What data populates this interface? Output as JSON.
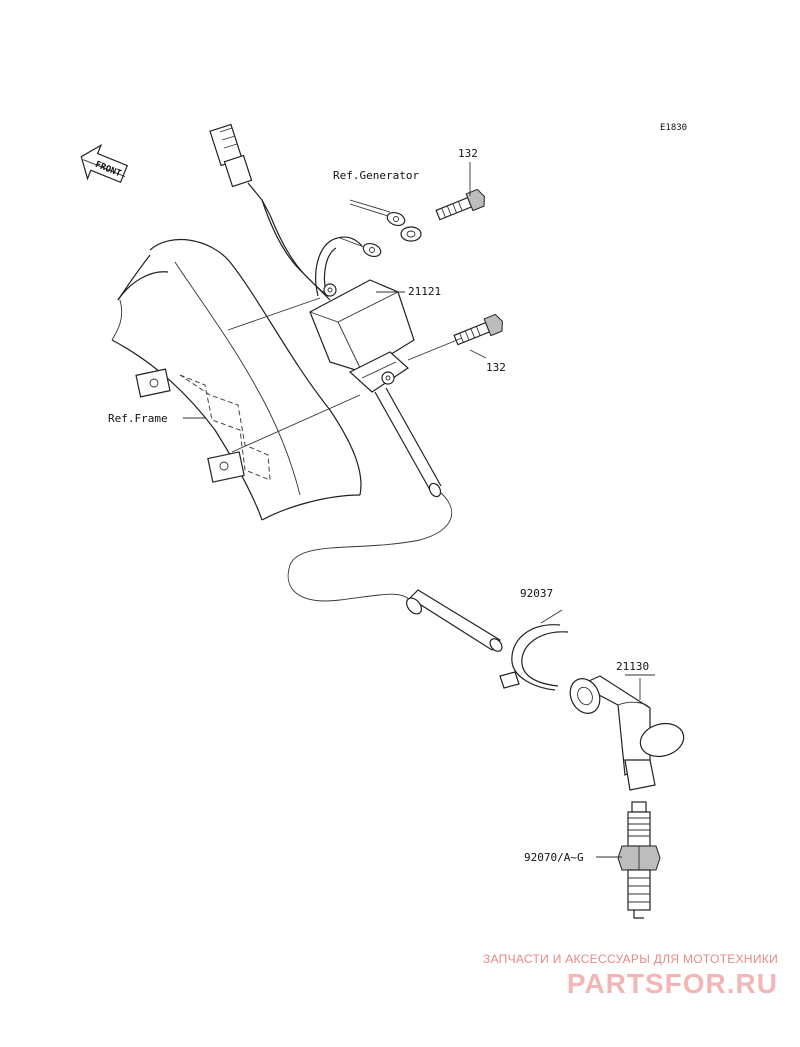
{
  "diagram": {
    "code": "E1830",
    "front_label": "FRONT",
    "refs": {
      "generator": "Ref.Generator",
      "frame": "Ref.Frame"
    },
    "parts": {
      "bolt_upper": "132",
      "bolt_lower": "132",
      "coil": "21121",
      "clamp": "92037",
      "plug_cap": "21130",
      "spark_plug": "92070/A~G"
    }
  },
  "watermark": {
    "tagline": "ЗАПЧАСТИ И АКСЕССУАРЫ ДЛЯ МОТОТЕХНИКИ",
    "logo": "PARTSFOR.RU"
  }
}
